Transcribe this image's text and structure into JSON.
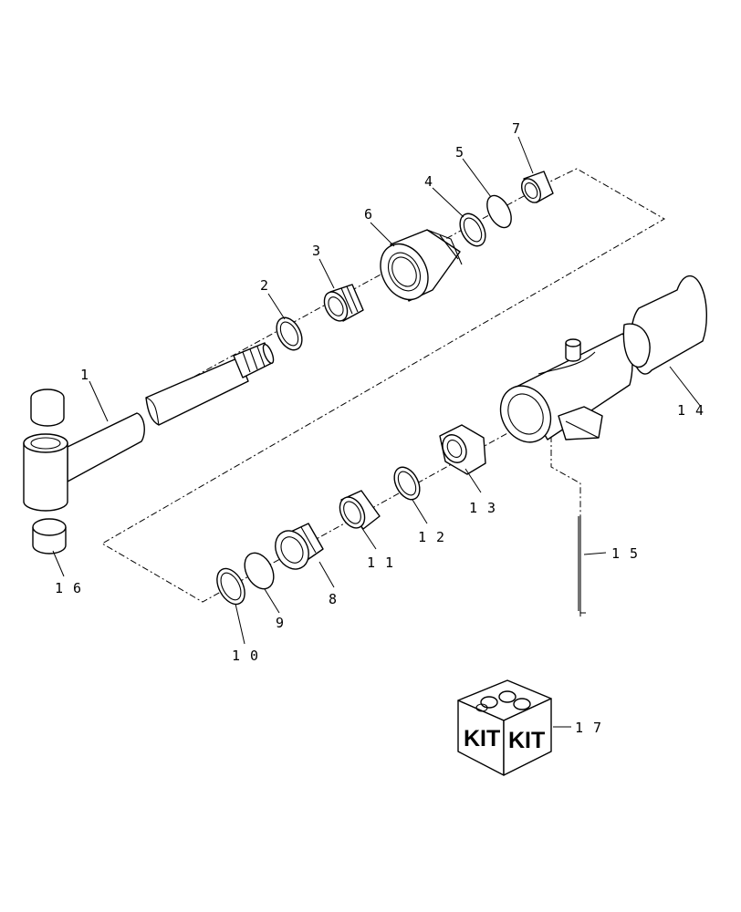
{
  "callouts": {
    "c1": "1",
    "c2": "2",
    "c3": "3",
    "c4": "4",
    "c5": "5",
    "c6": "6",
    "c7": "7",
    "c8": "8",
    "c9": "9",
    "c10": "1 0",
    "c11": "1 1",
    "c12": "1 2",
    "c13": "1 3",
    "c14": "1 4",
    "c15": "1 5",
    "c16": "1 6",
    "c17": "1 7"
  },
  "kit": {
    "label_left": "KIT",
    "label_right": "KIT"
  },
  "colors": {
    "line": "#000000",
    "background": "#ffffff"
  }
}
